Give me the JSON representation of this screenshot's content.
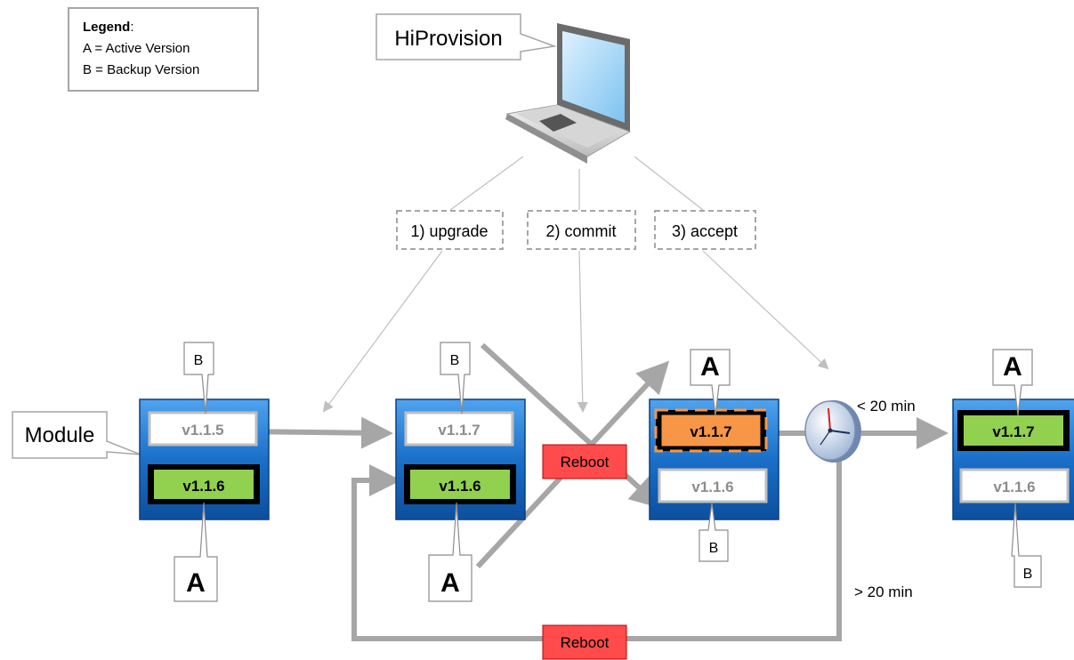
{
  "legend": {
    "title": "Legend",
    "title_suffix": ":",
    "line_a": "A = Active Version",
    "line_b": "B = Backup Version"
  },
  "hiprovision": {
    "label": "HiProvision"
  },
  "steps": {
    "upgrade": "1) upgrade",
    "commit": "2) commit",
    "accept": "3) accept"
  },
  "module_label": "Module",
  "modules": [
    {
      "top_version": "v1.1.5",
      "bottom_version": "v1.1.6",
      "top_tag": "B",
      "bottom_tag": "A"
    },
    {
      "top_version": "v1.1.7",
      "bottom_version": "v1.1.6",
      "top_tag": "B",
      "bottom_tag": "A"
    },
    {
      "top_version": "v1.1.7",
      "bottom_version": "v1.1.6",
      "top_tag": "A",
      "bottom_tag": "B"
    },
    {
      "top_version": "v1.1.7",
      "bottom_version": "v1.1.6",
      "top_tag": "A",
      "bottom_tag": "B"
    }
  ],
  "reboot_top": "Reboot",
  "reboot_bottom": "Reboot",
  "timer": {
    "under": "< 20 min",
    "over": "> 20 min"
  },
  "colors": {
    "module_blue": "#1a6fc9",
    "active_green": "#92d050",
    "pending_orange": "#f79646",
    "reboot_red": "#ff4b4b",
    "arrow_gray": "#a6a6a6",
    "backup_text": "#8c8c8c"
  }
}
